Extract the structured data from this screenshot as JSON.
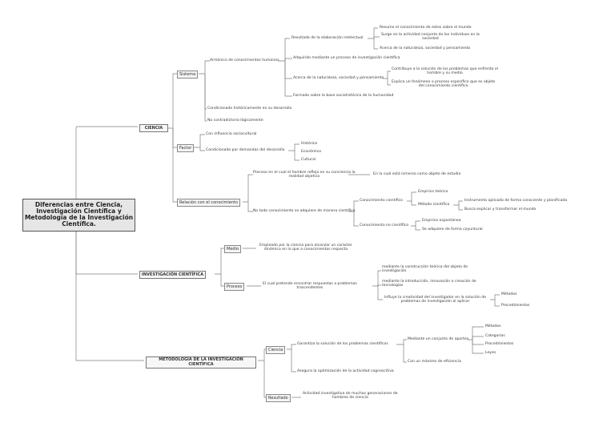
{
  "root": {
    "line1": "Diferencias entre Ciencia,",
    "line2": "Investigación Científica y",
    "line3": "Metodología de la Investigación",
    "line4": "Científica."
  },
  "ciencia": {
    "label": "CIENCIA",
    "sistema": {
      "label": "Sistema",
      "armonico": "Armónico de conocimientos humanos",
      "resultado": "Resultado de la elaboración intelectual",
      "resume": "Resume el conocimiento de estos sobre el mundo",
      "surge_1": "Surge en la actividad conjunta de los individuos en la",
      "surge_2": "sociedad",
      "acerca1": "Acerca de la naturaleza, sociedad y pensamiento",
      "adquirido": "Adquirido mediante un proceso de investigación científica",
      "acerca2": "Acerca de la naturaleza, sociedad y pensamiento",
      "contribuye_1": "Contribuye a la solución de los problemas que enfrenta el",
      "contribuye_2": "hombre y su medio",
      "explica_1": "Explica un fenómeno o proceso específico que es objeto",
      "explica_2": "del conocimiento científico",
      "formado": "Formado sobre la base sociohistórica de la humanidad",
      "condicionado": "Condicionado históricamente en su desarrollo",
      "no_contradictorio": "No contradictorio lógicamente"
    },
    "factor": {
      "label": "Factor",
      "influencia": "Con influencia sociocultural",
      "demandas": "Condicionado por demandas del desarrollo",
      "historico": "Histórico",
      "economico": "Económico",
      "cultural": "Cultural"
    },
    "relacion": {
      "label": "Relación con el conocimiento",
      "proceso_1": "Proceso en el cual el hombre refleja en su conciencia la",
      "proceso_2": "realidad objetiva",
      "inmerso": "En la cual está inmerso como objeto de estudio",
      "no_todo": "No todo conocimiento se adquiere de manera científica",
      "cientifico": "Conocimiento científico",
      "empirico_teorico": "Empírico teórico",
      "metodo": "Método científico",
      "instrumento": "Instrumento aplicado de forma consciente y planificada",
      "busca": "Busca explicar y transformar el mundo",
      "no_cientifico": "Conocimiento no científico",
      "espontaneo": "Empírico espontáneo",
      "coyuntural": "Se adquiere de forma coyuntural"
    }
  },
  "investigacion": {
    "label": "INVESTIGACIÓN CIENTÍFICA",
    "medio": {
      "label": "Medio",
      "empleado_1": "Empleado por la ciencia para alcanzar un carácter",
      "empleado_2": "dinámico en lo que a conocimientos respecta"
    },
    "proceso": {
      "label": "Proceso",
      "pretende_1": "El cual pretende encontrar respuestas a problemas",
      "pretende_2": "trascendentes",
      "construccion_1": "mediante la construcción teórica del objeto de",
      "construccion_2": "investigación",
      "introduccion_1": "mediante la introducción, innovación o creación de",
      "introduccion_2": "tecnologías",
      "influye_1": "Influye la creatividad del investigador en la solución de",
      "influye_2": "problemas de investigación al aplicar",
      "metodos": "Métodos",
      "procedimientos": "Procedimientos"
    }
  },
  "metodologia": {
    "label_1": "METODOLOGÍA DE LA INVESTIGACIÓN",
    "label_2": "CIENTÍFICA",
    "ciencia": {
      "label": "Ciencia",
      "garantiza": "Garantiza la solución de los problemas científicos",
      "mediante": "Mediante un conjunto de aportes",
      "metodos": "Métodos",
      "categorias": "Categorías",
      "procedimientos": "Procedimientos",
      "leyes": "Leyes",
      "maximo": "Con un máximo de eficiencia",
      "asegura": "Asegura la optimización de la actividad cognoscitiva"
    },
    "resultado": {
      "label": "Resultado",
      "actividad_1": "Actividad investigativa de muchas generaciones de",
      "actividad_2": "hombres de ciencia"
    }
  }
}
